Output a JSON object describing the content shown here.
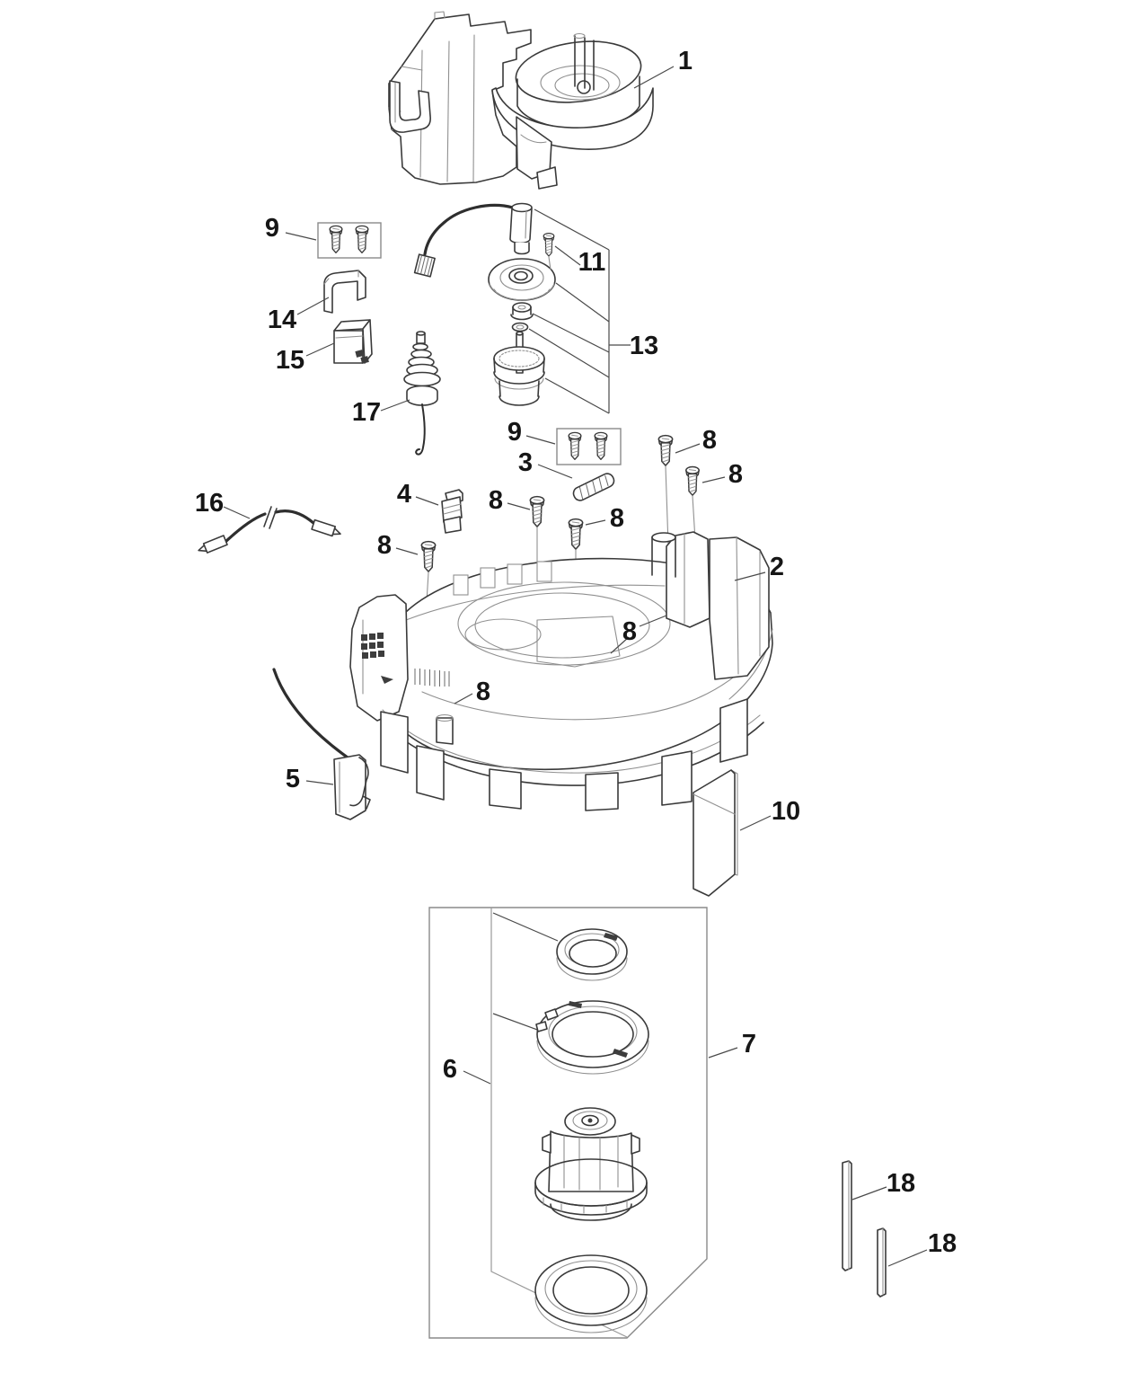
{
  "diagram": {
    "description": "Exploded parts diagram with numbered callouts",
    "colors": {
      "background": "#ffffff",
      "line": "#3a3a3a",
      "light_line": "#909090",
      "leader": "#4a4a4a",
      "label": "#161616"
    },
    "callouts": [
      {
        "ref": "1"
      },
      {
        "ref": "9"
      },
      {
        "ref": "11"
      },
      {
        "ref": "14"
      },
      {
        "ref": "15"
      },
      {
        "ref": "13"
      },
      {
        "ref": "17"
      },
      {
        "ref": "9"
      },
      {
        "ref": "3"
      },
      {
        "ref": "8"
      },
      {
        "ref": "8"
      },
      {
        "ref": "4"
      },
      {
        "ref": "8"
      },
      {
        "ref": "8"
      },
      {
        "ref": "16"
      },
      {
        "ref": "8"
      },
      {
        "ref": "2"
      },
      {
        "ref": "8"
      },
      {
        "ref": "8"
      },
      {
        "ref": "5"
      },
      {
        "ref": "10"
      },
      {
        "ref": "7"
      },
      {
        "ref": "6"
      },
      {
        "ref": "18"
      },
      {
        "ref": "18"
      }
    ]
  }
}
